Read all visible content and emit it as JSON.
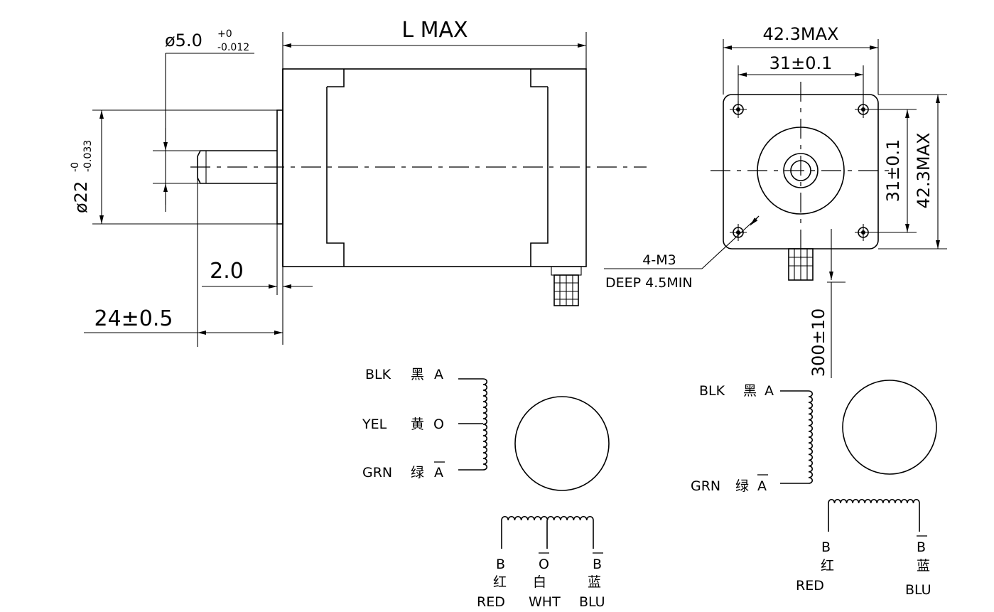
{
  "dimensions": {
    "length": "L MAX",
    "shaft_diameter": "ø5.0",
    "shaft_tol_upper": "+0",
    "shaft_tol_lower": "-0.012",
    "pilot_diameter": "ø22",
    "pilot_tol_upper": "-0",
    "pilot_tol_lower": "-0.033",
    "pilot_depth": "2.0",
    "shaft_length": "24±0.5",
    "flange_width": "42.3MAX",
    "hole_spacing_h": "31±0.1",
    "flange_height": "42.3MAX",
    "hole_spacing_v": "31±0.1",
    "mount_holes": "4-M3",
    "mount_depth": "DEEP 4.5MIN",
    "lead_length": "300±10"
  },
  "wiring_six_lead": {
    "coil_a": [
      {
        "abbr": "BLK",
        "cn": "黑",
        "pin": "A"
      },
      {
        "abbr": "YEL",
        "cn": "黄",
        "pin": "O"
      },
      {
        "abbr": "GRN",
        "cn": "绿",
        "pin": "A"
      }
    ],
    "coil_b": [
      {
        "pin": "B",
        "cn": "红",
        "abbr": "RED"
      },
      {
        "pin": "O",
        "cn": "白",
        "abbr": "WHT"
      },
      {
        "pin": "B",
        "cn": "蓝",
        "abbr": "BLU"
      }
    ]
  },
  "wiring_four_lead": {
    "coil_a": [
      {
        "abbr": "BLK",
        "cn": "黑",
        "pin": "A"
      },
      {
        "abbr": "GRN",
        "cn": "绿",
        "pin": "A"
      }
    ],
    "coil_b": [
      {
        "pin": "B",
        "cn": "红",
        "abbr": "RED"
      },
      {
        "pin": "B",
        "cn": "蓝",
        "abbr": "BLU"
      }
    ]
  }
}
